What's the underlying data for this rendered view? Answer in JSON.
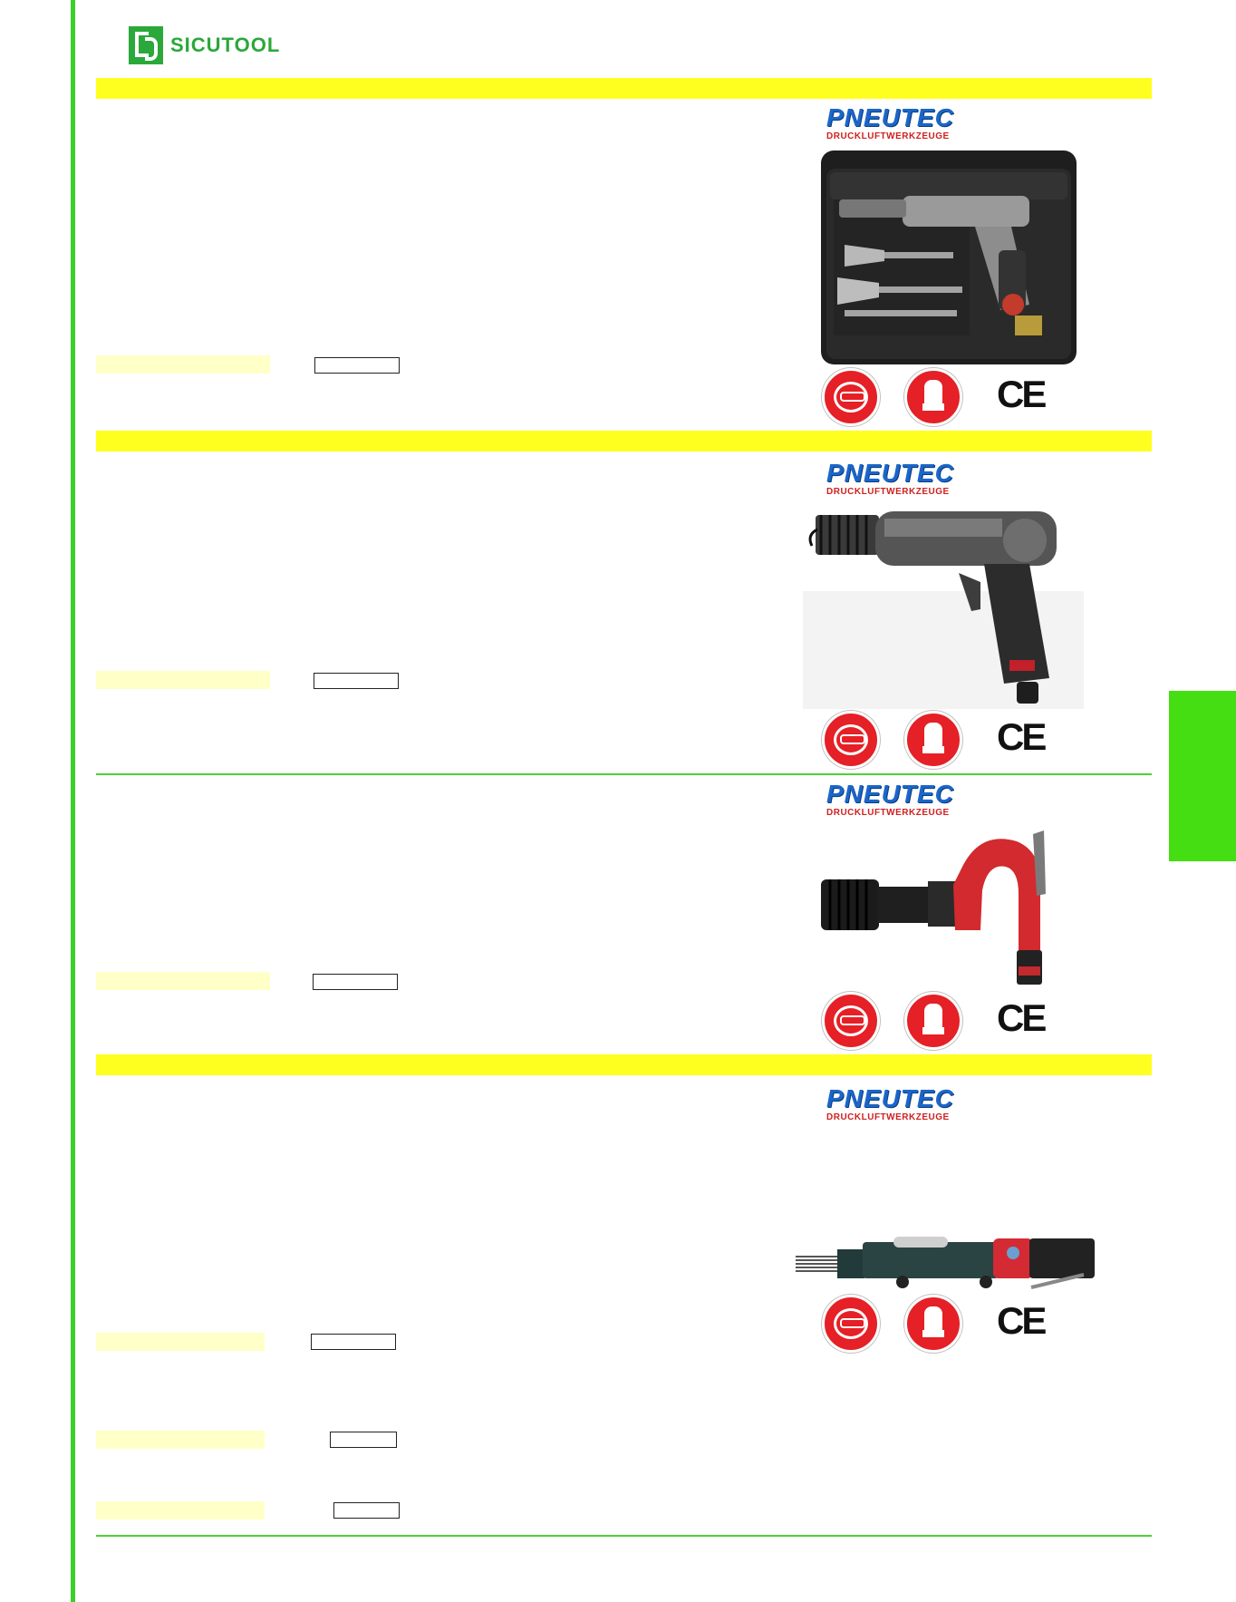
{
  "logo": {
    "text": "SICUTOOL",
    "color": "#2aa83a"
  },
  "brand": {
    "name": "PNEUTEC",
    "sub": "DRUCKLUFTWERKZEUGE",
    "color": "#1b66c9"
  },
  "colors": {
    "band": "#ffff1f",
    "accent": "#3ccf2a",
    "field": "#ffffc8",
    "safety": "#e52026"
  },
  "icons": [
    "safety-goggles-icon",
    "safety-gloves-icon",
    "ce-mark-icon"
  ],
  "ce_text": "CE",
  "products": [
    {
      "image": "chisel-hammer-kit-case-image"
    },
    {
      "image": "pistol-grip-air-hammer-image"
    },
    {
      "image": "red-d-handle-chipping-hammer-image"
    },
    {
      "image": "needle-scaler-image"
    }
  ]
}
